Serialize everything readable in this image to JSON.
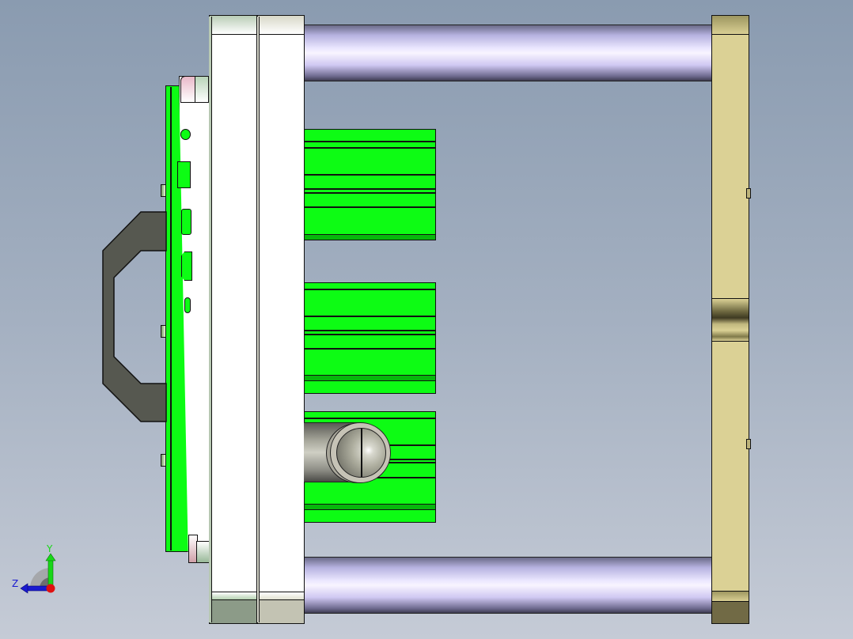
{
  "viewport": {
    "type": "3d-cad-model-view",
    "view_orientation": "side view (Z left, Y up)",
    "background_colors": {
      "top": "#8a9bb0",
      "bottom": "#c5cbd6"
    }
  },
  "triad": {
    "y_label": "Y",
    "z_label": "Z",
    "colors": {
      "y": "#18d818",
      "z": "#1a1ad0",
      "x": "#e01010"
    }
  },
  "model": {
    "parts": [
      {
        "name": "guide-rod-top",
        "color": "#e6e2ff"
      },
      {
        "name": "guide-rod-bottom",
        "color": "#e6e2ff"
      },
      {
        "name": "moving-plate-a",
        "color": "#ffffff"
      },
      {
        "name": "moving-plate-b",
        "color": "#ffffff"
      },
      {
        "name": "clamp-plate",
        "color": "#dbd195"
      },
      {
        "name": "mold-insert-block-1",
        "color": "#0dfc14"
      },
      {
        "name": "mold-insert-block-2",
        "color": "#0dfc14"
      },
      {
        "name": "mold-insert-block-3",
        "color": "#0dfc14"
      },
      {
        "name": "ejector-plate",
        "color": "#0dfc14"
      },
      {
        "name": "handle",
        "color": "#565850"
      },
      {
        "name": "pipe-fitting",
        "color": "#a7a79b"
      }
    ]
  }
}
